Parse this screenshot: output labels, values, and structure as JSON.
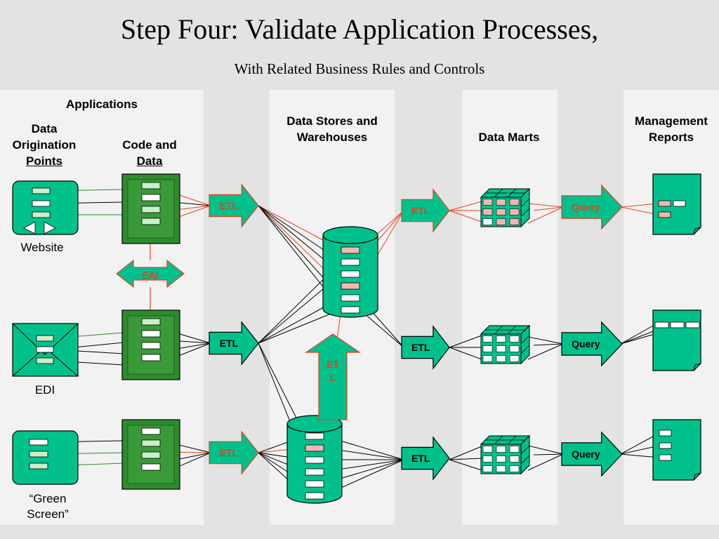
{
  "title": "Step Four: Validate Application Processes,",
  "subtitle": "With Related Business Rules and Controls",
  "headers": {
    "applications": "Applications",
    "origination_line1": "Data",
    "origination_line2": "Origination",
    "origination_line3": "Points",
    "code_line1": "Code and",
    "code_line2": "Data",
    "stores_line1": "Data Stores and",
    "stores_line2": "Warehouses",
    "marts": "Data Marts",
    "reports_line1": "Management",
    "reports_line2": "Reports"
  },
  "sources": {
    "website": "Website",
    "edi": "EDI",
    "green_screen_line1": "“Green",
    "green_screen_line2": "Screen”"
  },
  "labels": {
    "etl": "ETL",
    "eai": "EAI",
    "query": "Query",
    "vertical_etl_line1": "ET",
    "vertical_etl_line2": "L"
  },
  "colors": {
    "fill_green": "#00c08b",
    "code_green": "#2e8b2e",
    "highlight_pink": "#f4b6b0",
    "highlight_text": "#e8401c",
    "column_band": "#f2f2f2",
    "bg": "#e3e3e3"
  }
}
